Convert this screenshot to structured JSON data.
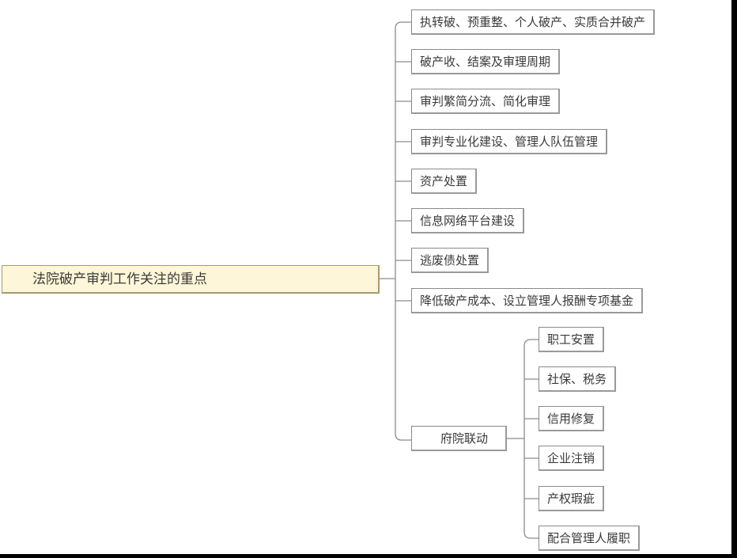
{
  "mindmap": {
    "root": {
      "label": "法院破产审判工作关注的重点",
      "fill": "#fef6d8"
    },
    "branches": [
      {
        "label": "执转破、预重整、个人破产、实质合并破产"
      },
      {
        "label": "破产收、结案及审理周期"
      },
      {
        "label": "审判繁简分流、简化审理"
      },
      {
        "label": "审判专业化建设、管理人队伍管理"
      },
      {
        "label": "资产处置"
      },
      {
        "label": "信息网络平台建设"
      },
      {
        "label": "逃废债处置"
      },
      {
        "label": "降低破产成本、设立管理人报酬专项基金"
      },
      {
        "label": "府院联动",
        "children": [
          {
            "label": "职工安置"
          },
          {
            "label": "社保、税务"
          },
          {
            "label": "信用修复"
          },
          {
            "label": "企业注销"
          },
          {
            "label": "产权瑕疵"
          },
          {
            "label": "配合管理人履职"
          }
        ]
      }
    ],
    "line_color": "#8c8c8c"
  }
}
